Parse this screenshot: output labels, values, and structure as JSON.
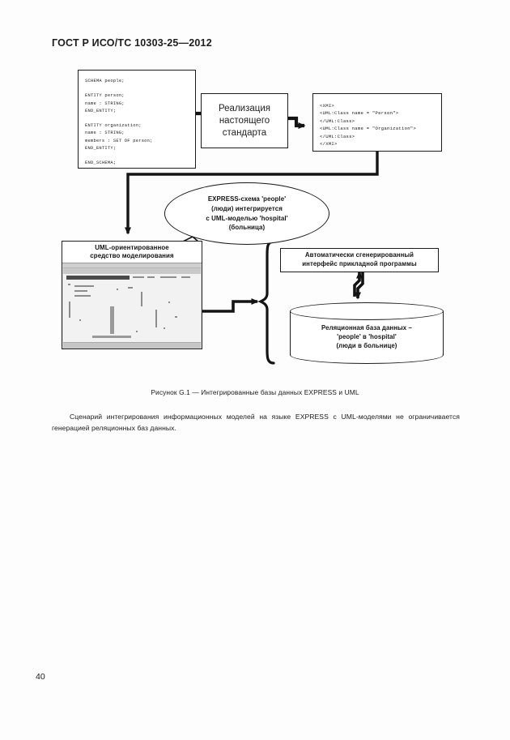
{
  "document": {
    "header": "ГОСТ Р ИСО/ТС 10303-25—2012",
    "page_number": "40"
  },
  "figure": {
    "express_box": {
      "code": "SCHEMA people;\n\nENTITY person;\nname : STRING;\nEND_ENTITY;\n\nENTITY organization;\nname : STRING;\nmembers : SET OF person;\nEND_ENTITY;\n\nEND_SCHEMA;"
    },
    "implementation_box": {
      "label": "Реализация\nнастоящего\nстандарта"
    },
    "xmi_box": {
      "code": "<XMI>\n<UML:Class name = \"Person\">\n</UML:Class>\n<UML:Class name = \"Organization\">\n</UML:Class>\n</XMI>"
    },
    "speech_bubble": {
      "label": "EXPRESS-схема 'people'\n(люди) интегрируется\nс UML-моделью 'hospital'\n(больница)"
    },
    "uml_tool": {
      "title": "UML-ориентированное\nсредство моделирования"
    },
    "api_box": {
      "label": "Автоматически сгенерированный\nинтерфейс прикладной программы"
    },
    "database": {
      "label": "Реляционная база данных –\n'people' в 'hospital'\n(люди в больнице)"
    },
    "caption": "Рисунок G.1 — Интегрированные базы данных EXPRESS и UML"
  },
  "body": {
    "paragraph": "Сценарий интегрирования информационных моделей на языке EXPRESS с UML-моделями не ограничивается генерацией реляционных баз данных."
  },
  "colors": {
    "ink": "#1b1b1b",
    "paper": "#fdfdfd",
    "line": "#1c1c1c"
  }
}
